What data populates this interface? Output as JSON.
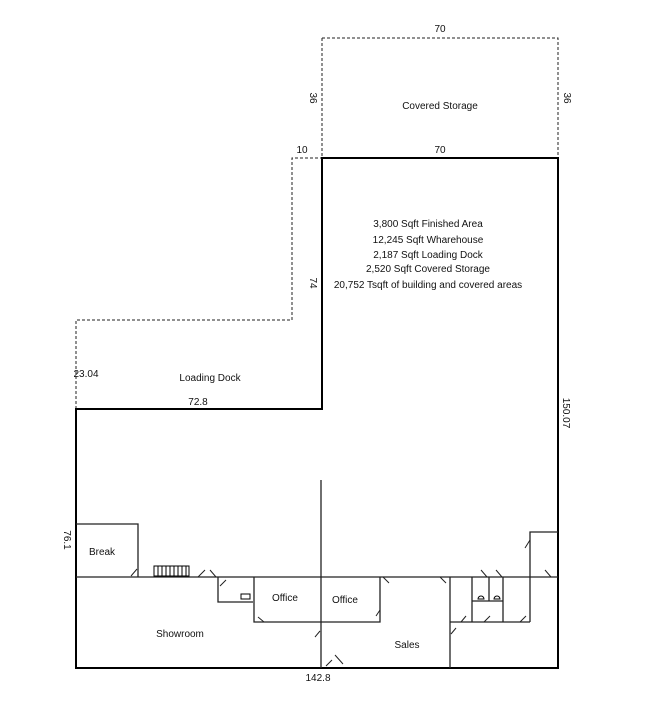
{
  "dimensions": {
    "storage_top": "70",
    "storage_left": "36",
    "storage_right": "36",
    "offset": "10",
    "building_top": "70",
    "building_left_upper": "74",
    "dock_left": "23.04",
    "dock_bottom": "72.8",
    "building_right": "150.07",
    "building_left_lower": "76.1",
    "building_bottom": "142.8"
  },
  "areas": {
    "covered_storage": "Covered Storage",
    "loading_dock": "Loading Dock"
  },
  "summary": [
    "3,800 Sqft Finished Area",
    "12,245 Sqft Wharehouse",
    "2,187 Sqft Loading Dock",
    "2,520 Sqft Covered Storage",
    "20,752 Tsqft of building and covered areas"
  ],
  "rooms": {
    "break": "Break",
    "office1": "Office",
    "office2": "Office",
    "showroom": "Showroom",
    "sales": "Sales"
  }
}
